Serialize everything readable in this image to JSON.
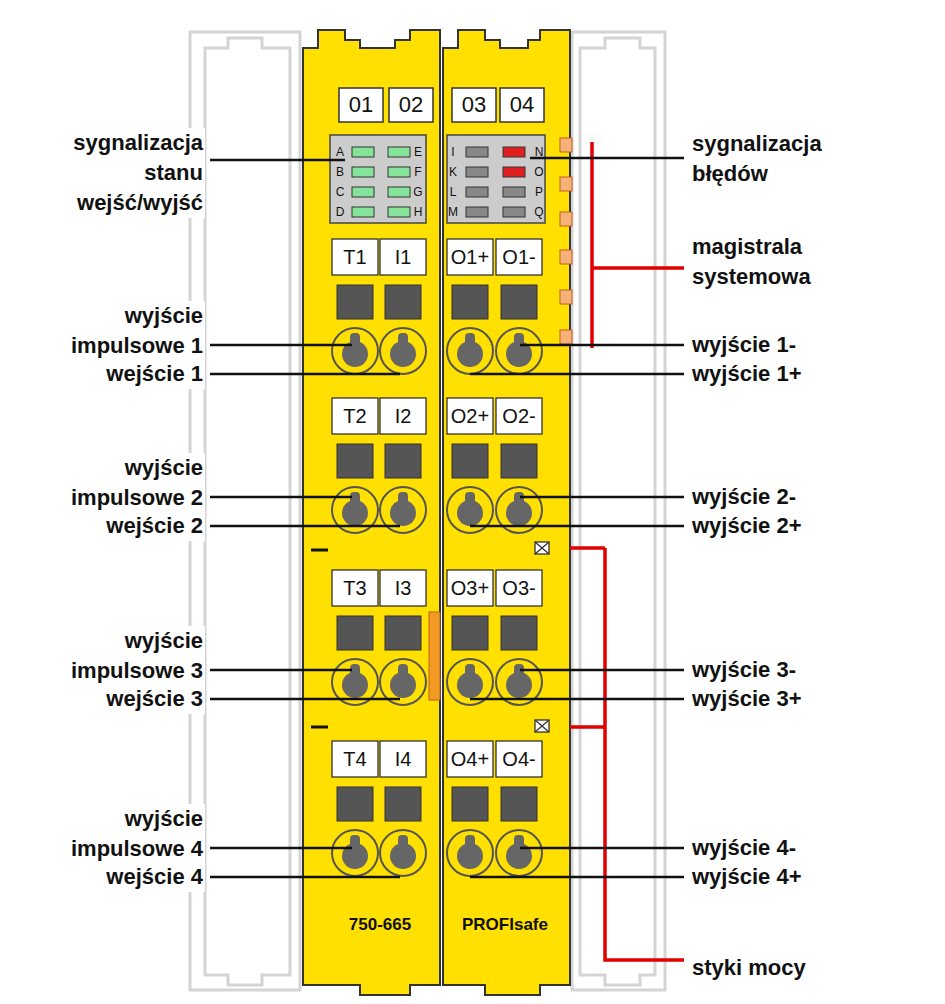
{
  "diagram": {
    "labels": [
      "01",
      "02",
      "03",
      "04",
      "A",
      "B",
      "C",
      "D",
      "E",
      "F",
      "G",
      "H",
      "I",
      "K",
      "L",
      "M",
      "N",
      "O",
      "P",
      "Q",
      "T1",
      "I1",
      "O1+",
      "O1-",
      "T2",
      "I2",
      "O2+",
      "O2-",
      "T3",
      "I3",
      "O3+",
      "O3-",
      "T4",
      "I4",
      "O4+",
      "O4-",
      "750-665",
      "PROFIsafe",
      "sygnalizacja stanu wejść/wyjść",
      "sygnalizacja błędów",
      "magistrala systemowa",
      "wyjście impulsowe 1",
      "wejście 1",
      "wyjście 1-",
      "wyjście 1+",
      "wyjście impulsowe 2",
      "wejście 2",
      "wyjście 2-",
      "wyjście 2+",
      "wyjście impulsowe 3",
      "wejście 3",
      "wyjście 3-",
      "wyjście 3+",
      "wyjście impulsowe 4",
      "wejście 4",
      "wyjście 4-",
      "wyjście 4+",
      "styki mocy"
    ]
  }
}
